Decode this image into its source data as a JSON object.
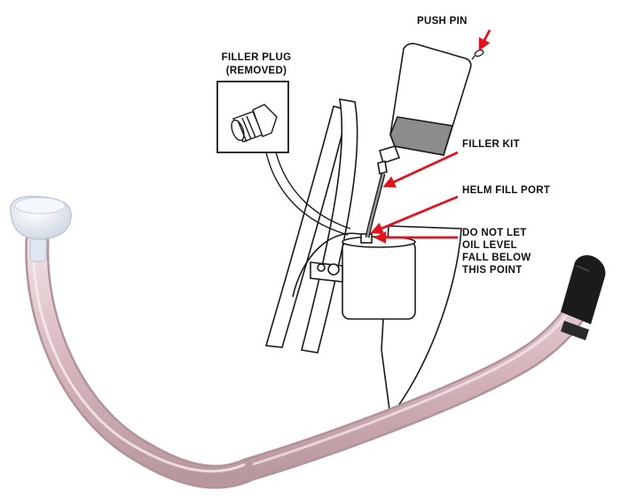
{
  "labels": {
    "push_pin": "PUSH PIN",
    "filler_plug_line1": "FILLER PLUG",
    "filler_plug_line2": "(REMOVED)",
    "filler_kit": "FILLER KIT",
    "helm_fill_port": "HELM FILL PORT",
    "oil_level_line1": "DO NOT LET",
    "oil_level_line2": "OIL LEVEL",
    "oil_level_line3": "FALL BELOW",
    "oil_level_line4": "THIS POINT"
  },
  "colors": {
    "arrow": "#e0141e",
    "line_art": "#1a1a1a",
    "oil": "#8c8c8c",
    "tube": "#d9bcc2",
    "tube_edge": "#b2939b",
    "cap": "#e9eef5",
    "tip": "#1b1b1b"
  }
}
